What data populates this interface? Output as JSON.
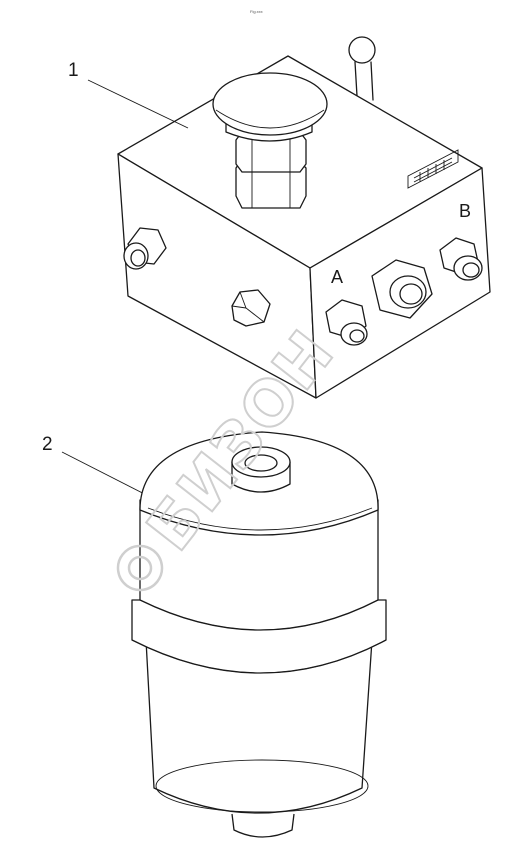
{
  "labels": {
    "part_1": "1",
    "part_2": "2",
    "port_a": "A",
    "port_b": "B",
    "top_note": "Fig.xxx"
  },
  "watermark": {
    "text": "БИЗОН"
  },
  "colors": {
    "line": "#1a1a1a",
    "watermark": "#cfcfcf",
    "background": "#ffffff"
  }
}
